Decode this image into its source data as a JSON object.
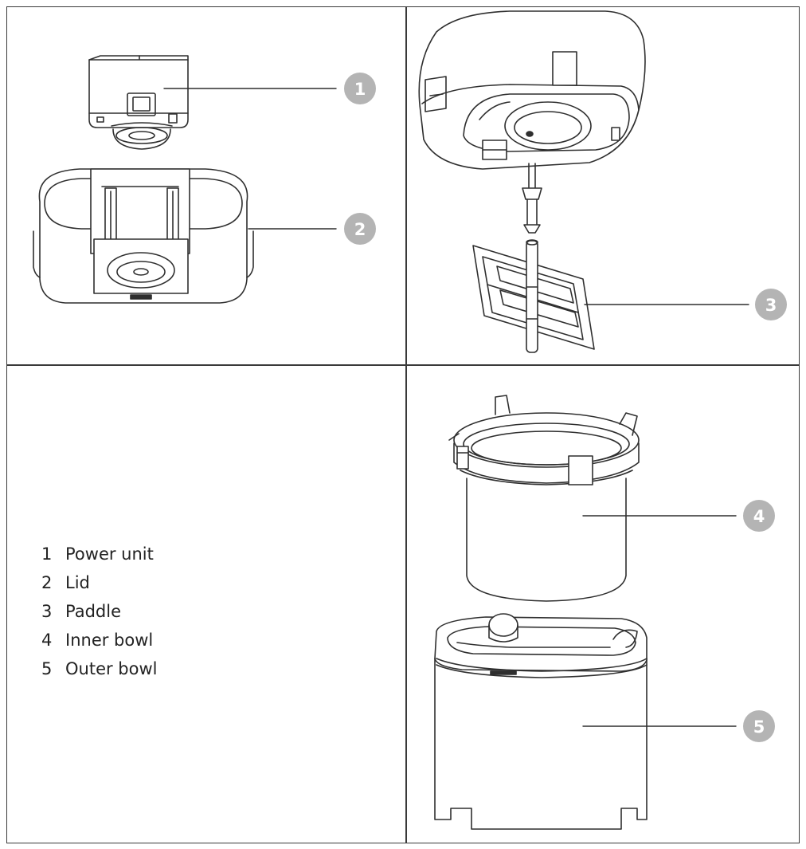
{
  "parts": [
    {
      "number": "1",
      "label": "Power unit"
    },
    {
      "number": "2",
      "label": "Lid"
    },
    {
      "number": "3",
      "label": "Paddle"
    },
    {
      "number": "4",
      "label": "Inner bowl"
    },
    {
      "number": "5",
      "label": "Outer bowl"
    }
  ],
  "callouts": [
    "1",
    "2",
    "3",
    "4",
    "5"
  ],
  "colors": {
    "line": "#2f2f2f",
    "border": "#3a3a3a",
    "callout_badge": "#b4b4b4",
    "text": "#222222"
  }
}
